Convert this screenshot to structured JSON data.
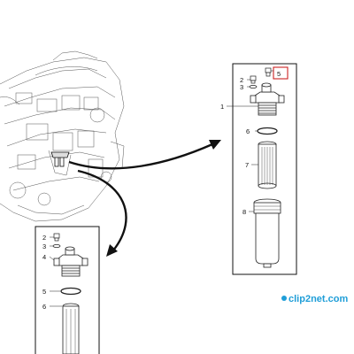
{
  "callouts": {
    "main": {
      "c1": "1",
      "c2": "2",
      "c3": "3",
      "c5": "5",
      "c6": "6",
      "c7": "7",
      "c8": "8"
    },
    "inset": {
      "c2": "2",
      "c3": "3",
      "c4": "4",
      "c5": "5",
      "c6": "6"
    }
  },
  "watermark": {
    "text": "clip2net.com"
  },
  "colors": {
    "line": "#222222",
    "highlight": "#cc2222",
    "watermark": "#1f9ed8"
  }
}
